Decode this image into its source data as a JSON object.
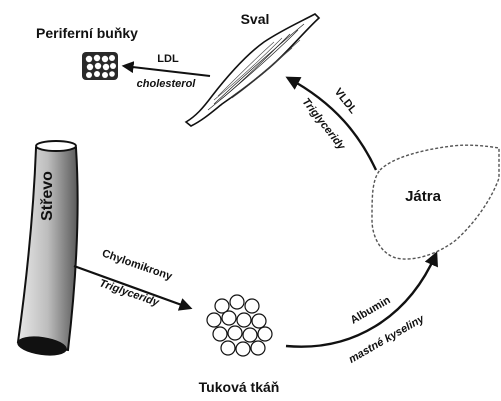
{
  "nodes": {
    "sval": "Sval",
    "periferni_bunky": "Periferní buňky",
    "strevo": "Střevo",
    "jatra": "Játra",
    "tukova_tkan": "Tuková tkáň"
  },
  "edges": {
    "ldl": {
      "line1": "LDL",
      "line2": "cholesterol"
    },
    "vldl": {
      "line1": "VLDL",
      "line2": "Triglyceridy"
    },
    "chylomikrony": {
      "line1": "Chylomikrony",
      "line2": "Triglyceridy"
    },
    "albumin": {
      "line1": "Albumin",
      "line2": "mastné kyseliny"
    }
  }
}
